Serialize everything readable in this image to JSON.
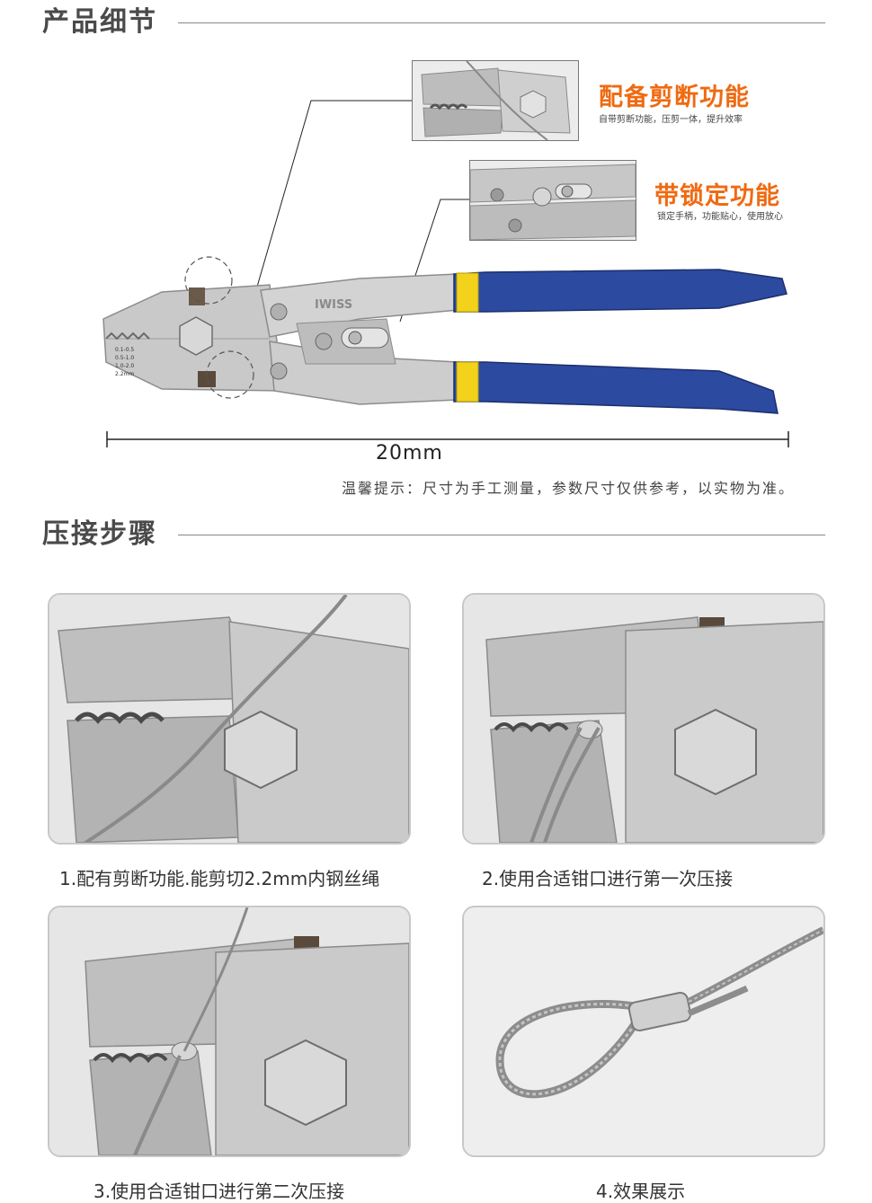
{
  "sections": {
    "details_title": "产品细节",
    "steps_title": "压接步骤"
  },
  "features": [
    {
      "title": "配备剪断功能",
      "subtitle": "自带剪断功能，压剪一体，提升效率"
    },
    {
      "title": "带锁定功能",
      "subtitle": "锁定手柄，功能贴心，使用放心"
    }
  ],
  "product": {
    "brand": "IWISS",
    "jaw_labels": [
      "0.1-0.5",
      "0.5-1.0",
      "1.0-2.0",
      "2.2mm"
    ],
    "measurement": "20mm",
    "notice": "温馨提示：尺寸为手工测量，参数尺寸仅供参考，以实物为准。"
  },
  "steps": [
    {
      "caption": "1.配有剪断功能.能剪切2.2mm内钢丝绳"
    },
    {
      "caption": "2.使用合适钳口进行第一次压接"
    },
    {
      "caption": "3.使用合适钳口进行第二次压接"
    },
    {
      "caption": "4.效果展示"
    }
  ],
  "colors": {
    "accent": "#ef6a12",
    "handle_blue": "#2c4aa0",
    "handle_yellow": "#f2d21a",
    "steel": "#c9c9c9"
  }
}
